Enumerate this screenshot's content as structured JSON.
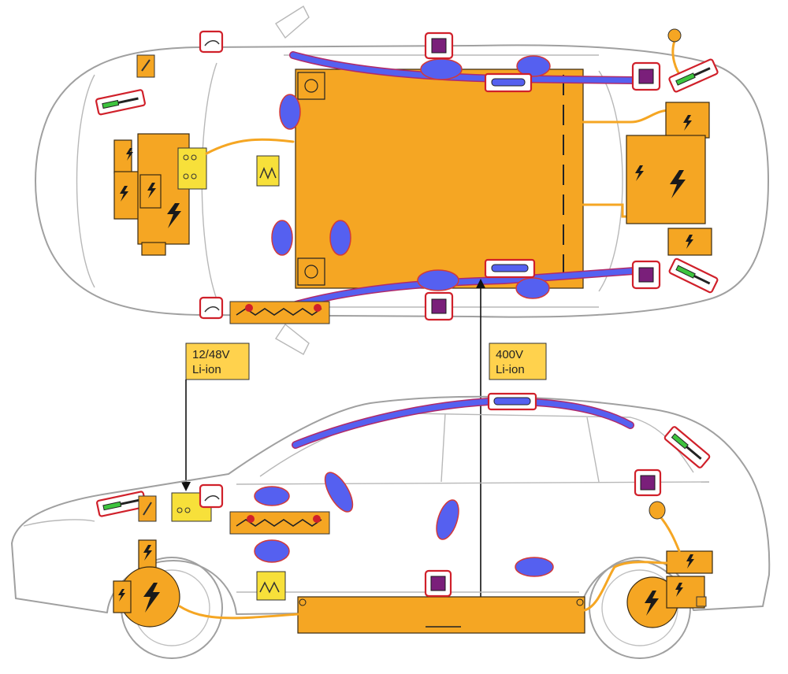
{
  "labels": {
    "low_voltage_battery": {
      "line1": "12/48V",
      "line2": "Li-ion"
    },
    "high_voltage_battery": {
      "line1": "400V",
      "line2": "Li-ion"
    }
  },
  "colors": {
    "high_voltage_component": "#f5a623",
    "airbag": "#5560f0",
    "warning_frame": "#d0202a",
    "sensor": "#7a1f7a",
    "label_box": "#ffd24d",
    "gas_spring": "#3ec43e",
    "vehicle_outline": "#a0a0a0"
  },
  "icons": [
    "high-voltage-bolt-icon",
    "airbag-icon",
    "side-curtain-airbag-icon",
    "gas-strut-icon",
    "seatbelt-tensioner-icon",
    "pedestrian-protection-icon",
    "battery-icon",
    "hood-release-icon",
    "crash-sensor-icon",
    "fuse-icon"
  ]
}
